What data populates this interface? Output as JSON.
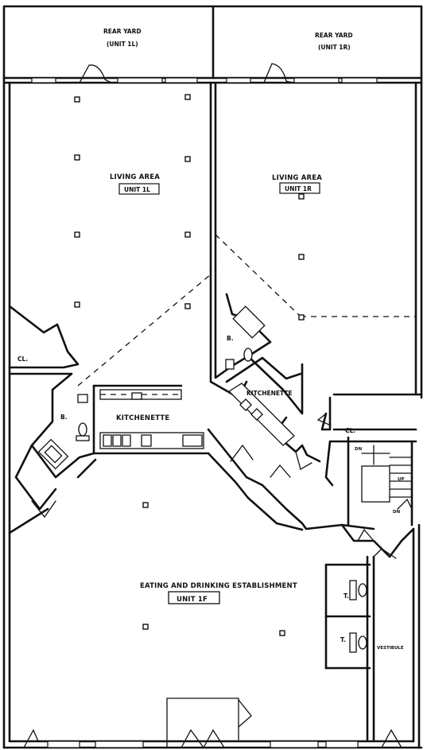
{
  "rear_yard_left": {
    "title": "REAR YARD",
    "unit": "(UNIT 1L)"
  },
  "rear_yard_right": {
    "title": "REAR YARD",
    "unit": "(UNIT 1R)"
  },
  "living_left": {
    "title": "LIVING AREA",
    "unit": "UNIT 1L"
  },
  "living_right": {
    "title": "LIVING AREA",
    "unit": "UNIT 1R"
  },
  "closet_label": "CL.",
  "bath_label": "B.",
  "kitchenette_label": "KITCHENETTE",
  "restaurant": {
    "title": "EATING AND DRINKING ESTABLISHMENT",
    "unit": "UNIT 1F"
  },
  "toilet_label": "T.",
  "vestibule_label": "VESTIBULE",
  "stair_labels": {
    "dn": "DN",
    "up": "UP"
  }
}
